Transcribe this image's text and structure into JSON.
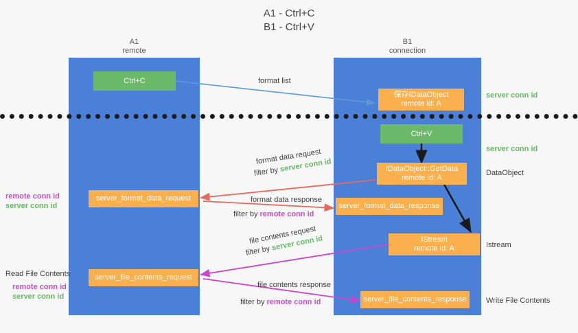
{
  "title": {
    "line1": "A1 - Ctrl+C",
    "line2": "B1 - Ctrl+V"
  },
  "colors": {
    "lane": "#4a80d8",
    "green_node": "#6aba6a",
    "orange_node": "#fbb04d",
    "server_conn_id": "#63ba63",
    "remote_conn_id": "#c64ec6",
    "arrow_blue": "#5b9bd5",
    "arrow_red": "#e8685c",
    "arrow_magenta": "#cc44cc",
    "arrow_dark": "#1a1a1a",
    "background": "#f7f7f7"
  },
  "lanes": [
    {
      "id": "A1",
      "name": "A1",
      "role": "remote"
    },
    {
      "id": "B1",
      "name": "B1",
      "role": "connection"
    }
  ],
  "nodes": {
    "ctrl_c": {
      "label": "Ctrl+C",
      "kind": "green"
    },
    "ctrl_v": {
      "label": "Ctrl+V",
      "kind": "green"
    },
    "save_dataobject": {
      "line1": "保存IDataObject",
      "line2": "remote id: A",
      "kind": "orange"
    },
    "getdata": {
      "line1": "IDataObject::GetData",
      "line2": "remote id: A",
      "kind": "orange"
    },
    "istream": {
      "line1": "IStream",
      "line2": "remote id: A",
      "kind": "orange"
    },
    "format_data_request": {
      "label": "server_format_data_request",
      "kind": "orange"
    },
    "format_data_response": {
      "label": "server_format_data_response",
      "kind": "orange"
    },
    "file_contents_request": {
      "label": "server_file_contents_request",
      "kind": "orange"
    },
    "file_contents_response": {
      "label": "server_file_contents_response",
      "kind": "orange"
    }
  },
  "edge_labels": {
    "format_list": "format list",
    "format_data_request": "format data request",
    "format_data_response": "format data response",
    "file_contents_request": "file contents request",
    "file_contents_response": "file contents response",
    "filter_by": "filter by ",
    "server_conn_id": "server conn id",
    "remote_conn_id": "remote conn id"
  },
  "right_labels": {
    "server_conn_id_top": "server conn id",
    "server_conn_id_mid": "server conn id",
    "dataobject": "DataObject",
    "istream": "Istream",
    "write_file_contents": "Write File Contents"
  },
  "left_labels": {
    "remote_conn_id_1": "remote conn id",
    "server_conn_id_1": "server conn id",
    "read_file_contents": "Read File Contents",
    "remote_conn_id_2": "remote conn id",
    "server_conn_id_2": "server conn id"
  }
}
